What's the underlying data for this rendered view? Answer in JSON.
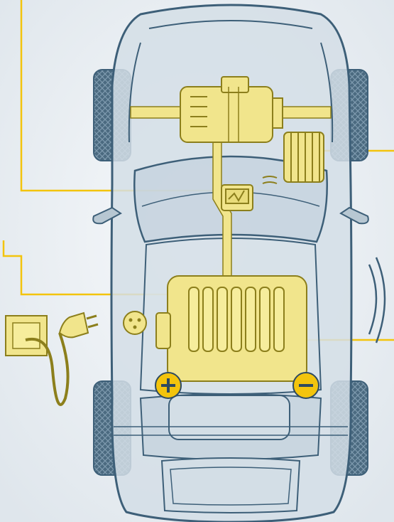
{
  "diagram": {
    "subject": "electric-car-top-view",
    "colors": {
      "background": "#e9eef2",
      "body_fill": "#d3dee6",
      "outline": "#3d5f78",
      "component_fill": "#f1e58c",
      "component_stroke": "#8c7f1c",
      "callout_line": "#f3c40d",
      "tire": "#4b6a80",
      "terminal": "#f3c40d"
    },
    "components": [
      {
        "id": "motor",
        "icon": "electric-motor-icon"
      },
      {
        "id": "radiator",
        "icon": "heater-radiator-icon"
      },
      {
        "id": "charge-controller",
        "icon": "dashboard-controller-icon"
      },
      {
        "id": "battery-pack",
        "icon": "battery-icon"
      },
      {
        "id": "charging-port",
        "icon": "charge-socket-icon"
      },
      {
        "id": "wall-outlet",
        "icon": "wall-socket-icon"
      },
      {
        "id": "plug",
        "icon": "power-plug-icon"
      },
      {
        "id": "wireless-signal",
        "icon": "signal-waves-icon"
      }
    ],
    "terminals": [
      {
        "id": "positive",
        "symbol": "plus"
      },
      {
        "id": "negative",
        "symbol": "minus"
      }
    ]
  }
}
